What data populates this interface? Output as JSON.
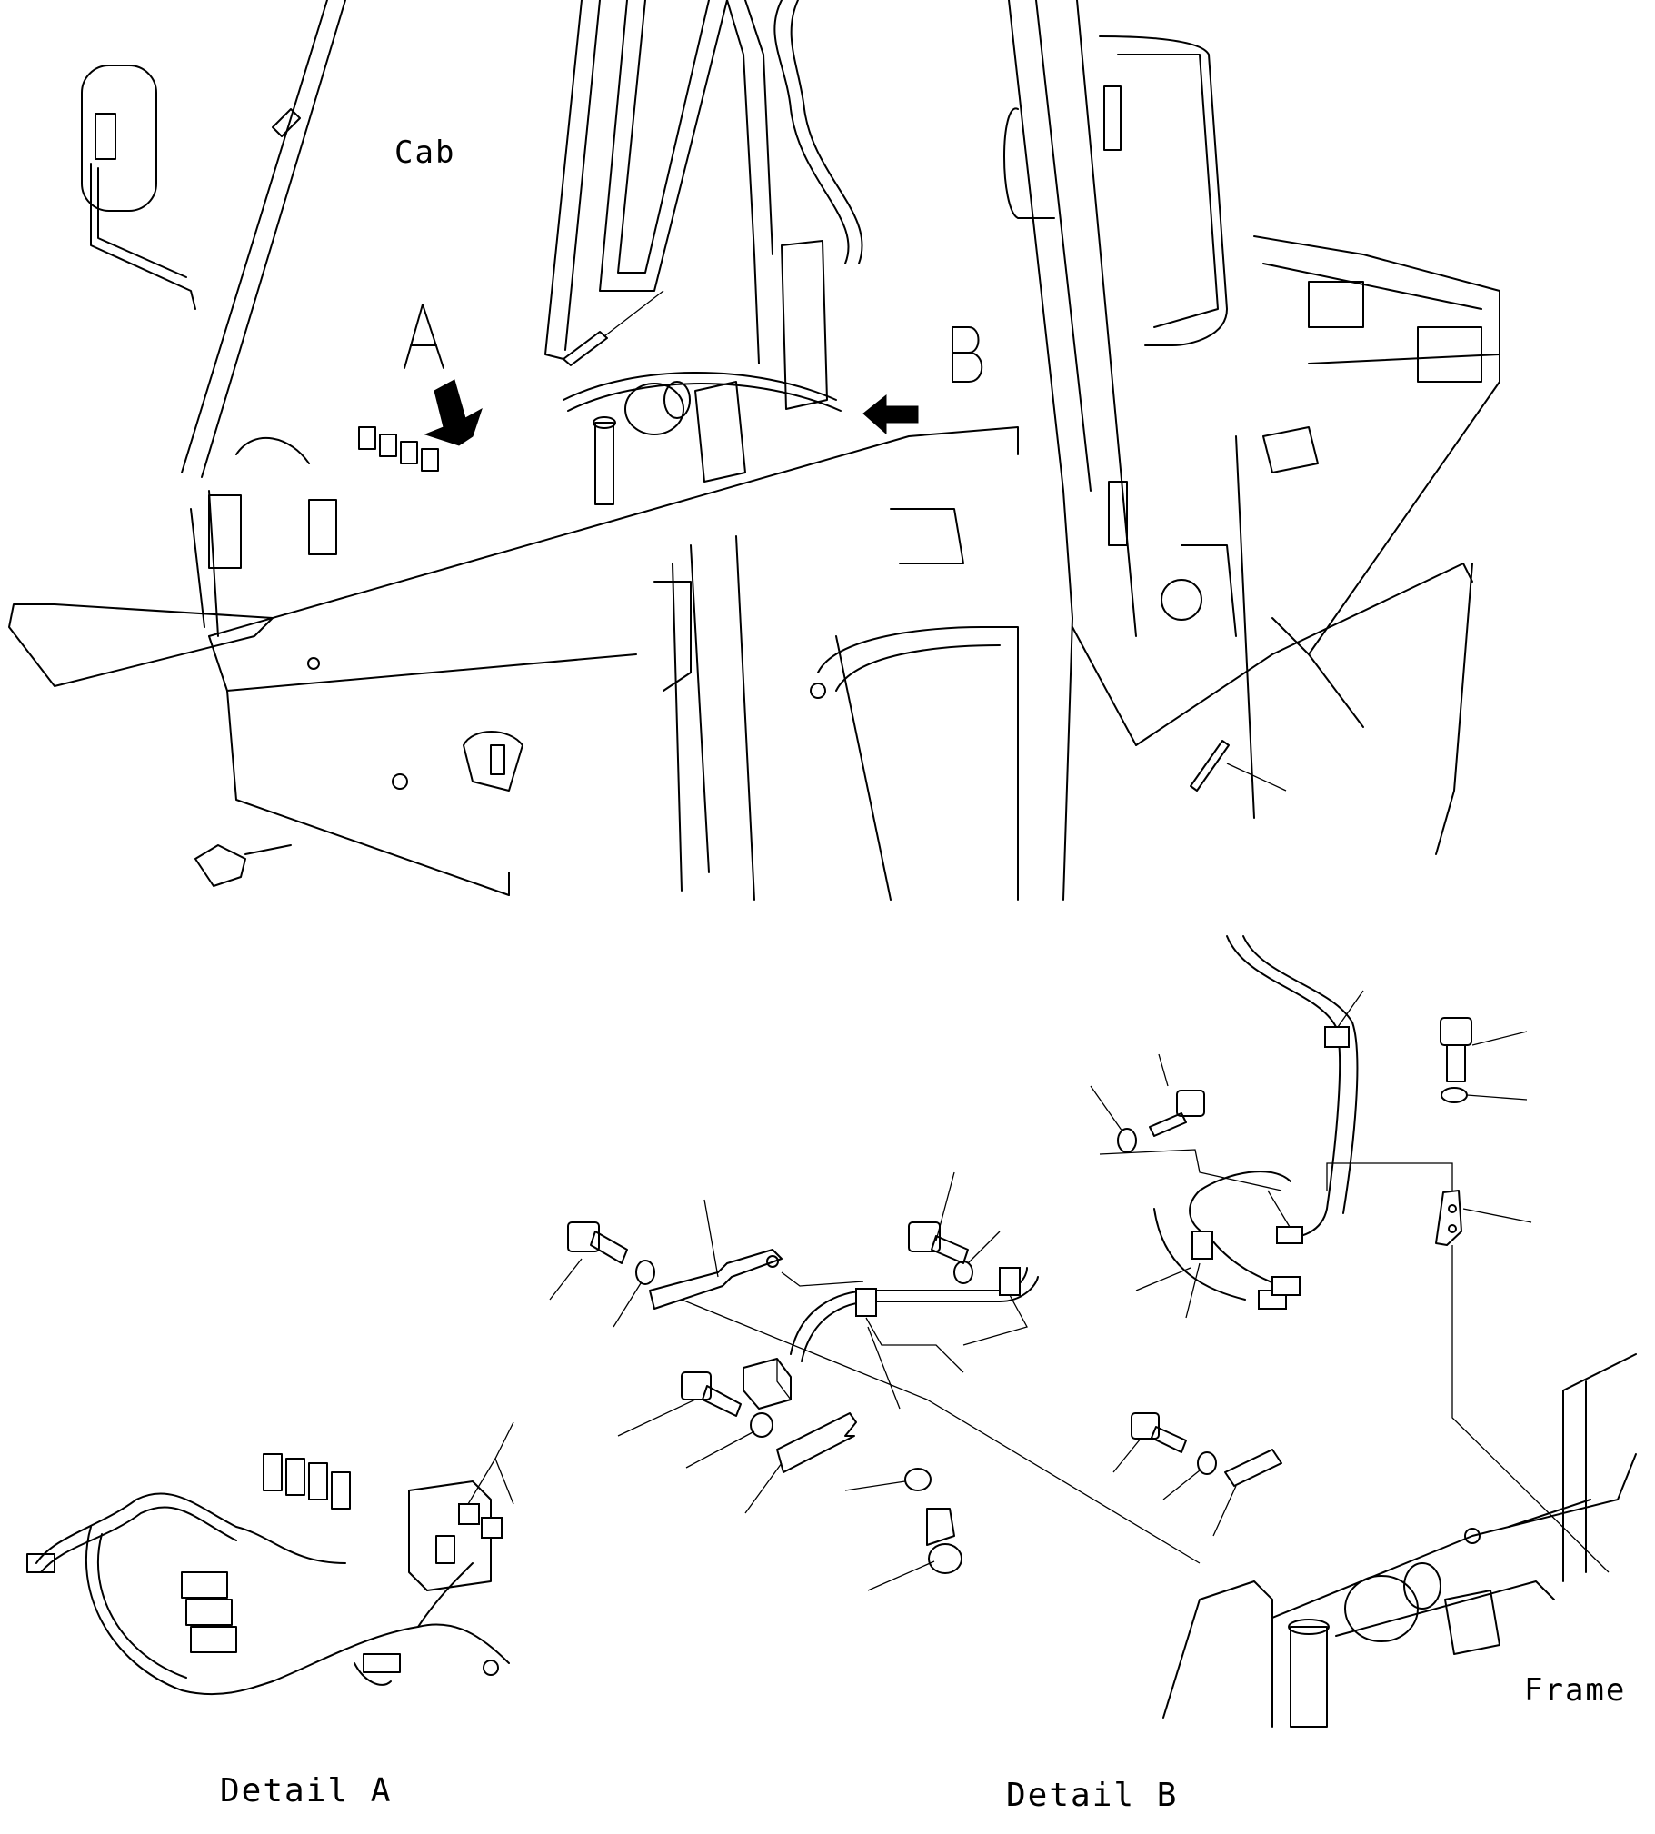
{
  "labels": {
    "cab": "Cab",
    "view_a": "A",
    "view_b": "B",
    "frame": "Frame",
    "detail_a": "Detail A",
    "detail_b": "Detail B"
  },
  "colors": {
    "ink": "#000000",
    "paper": "#ffffff"
  }
}
